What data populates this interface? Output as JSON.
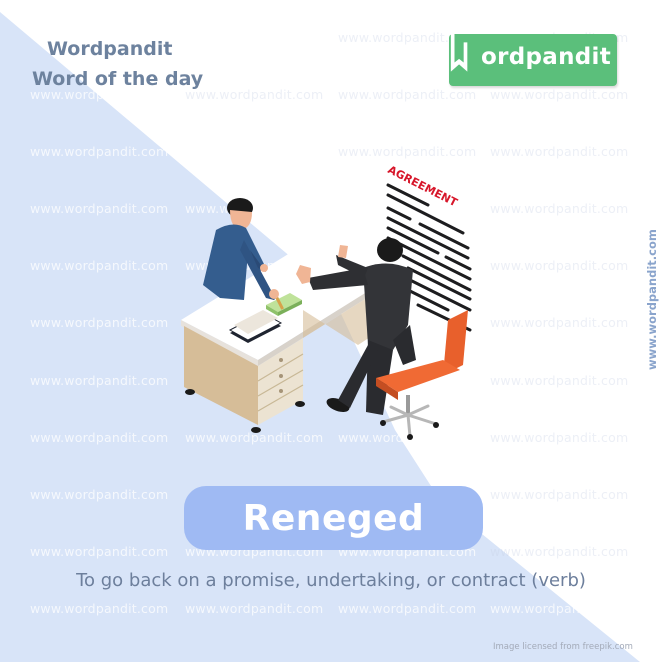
{
  "header": {
    "brand_title": "Wordpandit",
    "brand_subtitle": "Word of the day"
  },
  "logo": {
    "text": "ordpandit",
    "full_name": "Wordpandit",
    "bg_color": "#5bbf7b"
  },
  "side_watermark": "www.wordpandit.com",
  "watermark_text": "www.wordpandit.com",
  "illustration": {
    "description": "Businessman rejecting money offered across a desk, agreement document behind",
    "document_title": "AGREEMENT",
    "icon": "business-refusal-illustration"
  },
  "word": {
    "text": "Reneged",
    "pill_color": "#9fbaf3"
  },
  "definition": "To go back on a promise, undertaking,  or contract (verb)",
  "license": "Image licensed from freepik.com",
  "colors": {
    "background_blue": "#d8e4f8",
    "background_white": "#ffffff",
    "title_color": "#6d829e",
    "agreement_red": "#d7162a",
    "chair_orange": "#e8602c"
  }
}
